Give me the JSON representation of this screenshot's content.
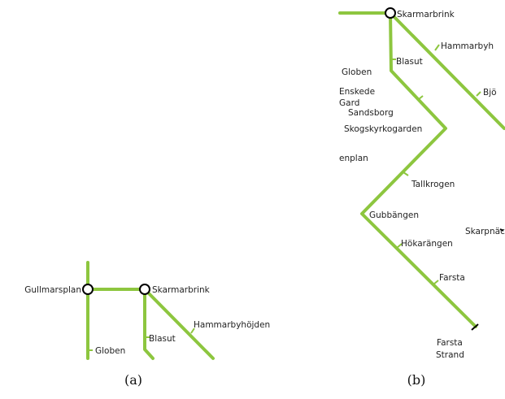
{
  "colors": {
    "line": "#8dc63f",
    "station_ring": "#000000",
    "station_fill": "#ffffff",
    "terminus": "#000000"
  },
  "panels": [
    {
      "caption": "(a)",
      "stations": [
        "Gullmarsplan",
        "Skarmarbrink",
        "Hammarbyhöjden",
        "Blasut",
        "Globen"
      ]
    },
    {
      "caption": "(b)",
      "stations": [
        "Skarmarbrink",
        "Hammarbyh",
        "Blasut",
        "Globen",
        "Enskede",
        "Gard",
        "Sandsborg",
        "Skogskyrkogarden",
        "Bjö",
        "enplan",
        "Tallkrogen",
        "Gubbängen",
        "Skarpnäck",
        "Hökarängen",
        "Farsta",
        "Farsta",
        "Strand"
      ]
    }
  ]
}
